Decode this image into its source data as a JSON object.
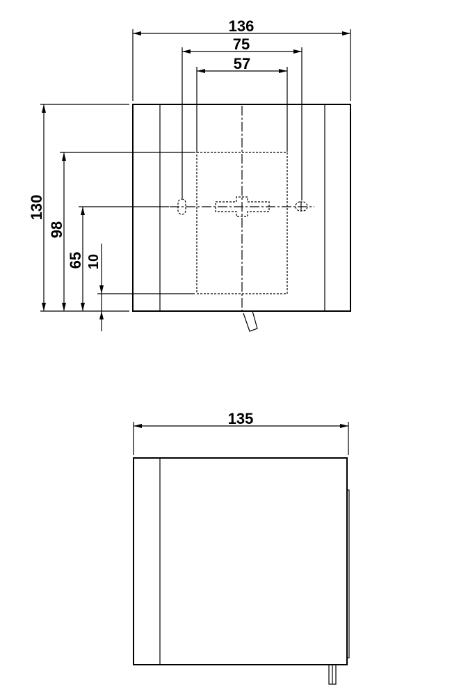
{
  "front_view": {
    "dimensions": {
      "overall_width": "136",
      "hole_spacing": "75",
      "plate_width": "57",
      "overall_height": "130",
      "plate_top": "98",
      "hole_height": "65",
      "bottom_offset": "10"
    }
  },
  "side_view": {
    "dimensions": {
      "depth": "135"
    }
  },
  "colors": {
    "line": "#000000",
    "background": "#ffffff"
  }
}
